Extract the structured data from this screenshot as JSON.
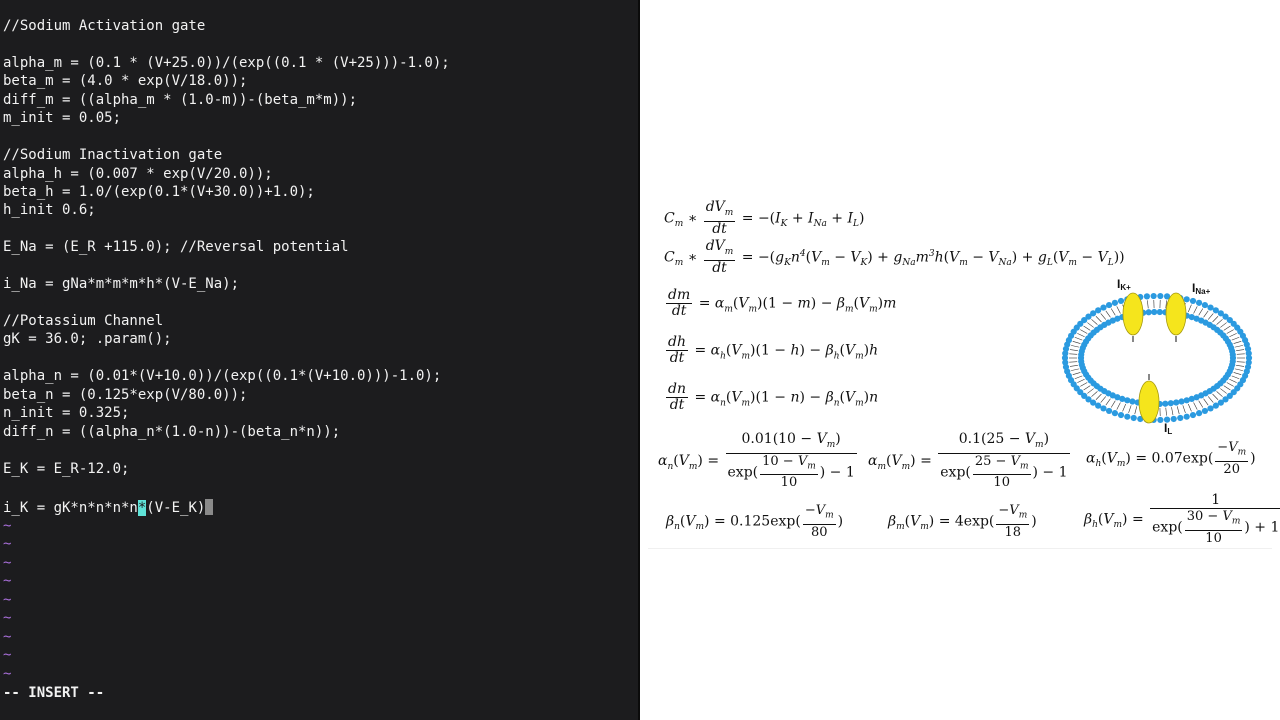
{
  "editor": {
    "lines": [
      "//Sodium Activation gate",
      "",
      "alpha_m = (0.1 * (V+25.0))/(exp((0.1 * (V+25)))-1.0);",
      "beta_m = (4.0 * exp(V/18.0));",
      "diff_m = ((alpha_m * (1.0-m))-(beta_m*m));",
      "m_init = 0.05;",
      "",
      "//Sodium Inactivation gate",
      "alpha_h = (0.007 * exp(V/20.0));",
      "beta_h = 1.0/(exp(0.1*(V+30.0))+1.0);",
      "h_init 0.6;",
      "",
      "E_Na = (E_R +115.0); //Reversal potential",
      "",
      "i_Na = gNa*m*m*m*h*(V-E_Na);",
      "",
      "//Potassium Channel",
      "gK = 36.0; .param();",
      "",
      "alpha_n = (0.01*(V+10.0))/(exp((0.1*(V+10.0)))-1.0);",
      "beta_n = (0.125*exp(V/80.0));",
      "n_init = 0.325;",
      "diff_n = ((alpha_n*(1.0-n))-(beta_n*n));",
      "",
      "E_K = E_R-12.0;",
      ""
    ],
    "cursor_line": {
      "before": "i_K = gK*n*n*n*n",
      "cursor_char": "*",
      "after": "(V-E_K)"
    },
    "tildes": [
      "~",
      "~",
      "~",
      "~",
      "~",
      "~",
      "~",
      "~",
      "~"
    ],
    "mode": "-- INSERT --"
  },
  "equations": {
    "eq1": {
      "lhs": "C",
      "lhs_sub": "m",
      "frac_num": "dV",
      "frac_num_sub": "m",
      "frac_den": "dt",
      "rhs": "= −(I",
      "rhs_tail": ""
    },
    "diagram": {
      "label_k": "I",
      "label_k_sub": "K+",
      "label_na": "I",
      "label_na_sub": "Na+",
      "label_l": "I",
      "label_l_sub": "L"
    }
  },
  "colors": {
    "editor_bg": "#1c1c1e",
    "editor_text": "#f2f2f2",
    "tilde": "#a86fd9",
    "cursor": "#5fe3d8",
    "membrane": "#2b9ae0",
    "channel": "#f5e51c"
  }
}
